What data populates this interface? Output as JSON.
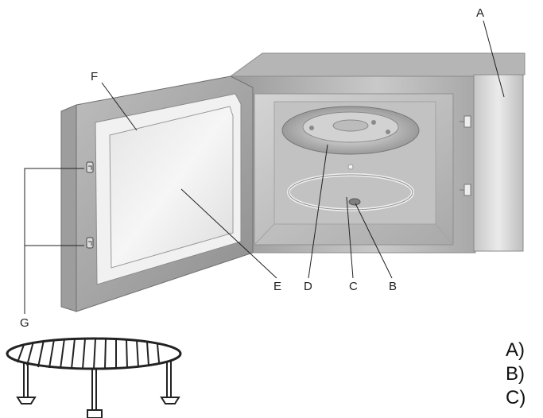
{
  "callouts": {
    "a": "A",
    "b": "B",
    "c": "C",
    "d": "D",
    "e": "E",
    "f": "F",
    "g": "G"
  },
  "legend": [
    "A)",
    "B)",
    "C)"
  ]
}
